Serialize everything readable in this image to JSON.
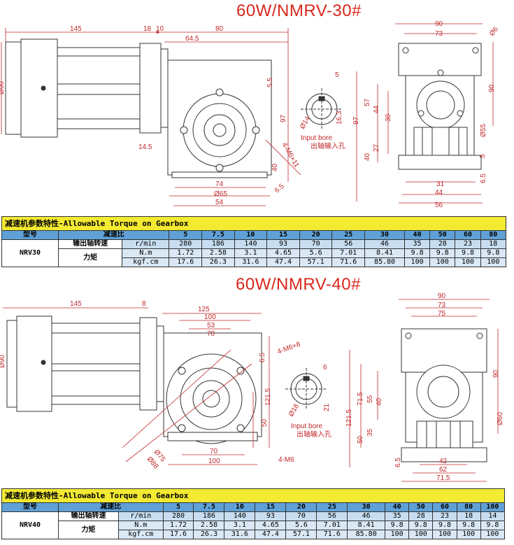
{
  "title_30": "60W/NMRV-30#",
  "title_40": "60W/NMRV-40#",
  "side_30": {
    "dims": [
      "145",
      "18",
      "10",
      "80",
      "64.5",
      "5.5",
      "97",
      "14.5",
      "74",
      "40",
      "6.5",
      "Ø65",
      "54",
      "Ø90",
      "4-M6×11"
    ]
  },
  "bore_30": {
    "dims": [
      "5",
      "16.3",
      "Ø14"
    ],
    "label_en": "Input bore",
    "label_cn": "出轴输入孔"
  },
  "front_30": {
    "dims": [
      "90",
      "73",
      "Ø6",
      "57",
      "44",
      "30",
      "97",
      "40",
      "27",
      "90",
      "Ø55",
      "5",
      "31",
      "44",
      "56",
      "6.5"
    ]
  },
  "side_40": {
    "dims": [
      "145",
      "8",
      "125",
      "100",
      "53",
      "70",
      "6.5",
      "121.5",
      "50",
      "100",
      "70",
      "Ø75",
      "Ø88",
      "Ø90",
      "4-M6×8",
      "4-M6"
    ]
  },
  "bore_40": {
    "dims": [
      "6",
      "21",
      "Ø18"
    ],
    "label_en": "Input bore",
    "label_cn": "出轴输入孔"
  },
  "front_40": {
    "dims": [
      "90",
      "73",
      "75",
      "71.5",
      "55",
      "40",
      "90",
      "121.5",
      "35",
      "50",
      "Ø60",
      "6.5",
      "42",
      "62",
      "71.5"
    ]
  },
  "table_30": {
    "header": "减速机参数特性-Allowable Torque on Gearbox",
    "col_model": "型号",
    "col_ratio": "减速比",
    "row_speed": "输出轴转速",
    "row_torque": "力矩",
    "unit_rpm": "r/min",
    "unit_nm": "N.m",
    "unit_kgf": "kgf.cm",
    "model": "NRV30",
    "ratios": [
      "5",
      "7.5",
      "10",
      "15",
      "20",
      "25",
      "30",
      "40",
      "50",
      "60",
      "80"
    ],
    "rpm": [
      "280",
      "186",
      "140",
      "93",
      "70",
      "56",
      "46",
      "35",
      "28",
      "23",
      "18"
    ],
    "nm": [
      "1.72",
      "2.58",
      "3.1",
      "4.65",
      "5.6",
      "7.01",
      "8.41",
      "9.8",
      "9.8",
      "9.8",
      "9.8"
    ],
    "kgf": [
      "17.6",
      "26.3",
      "31.6",
      "47.4",
      "57.1",
      "71.6",
      "85.80",
      "100",
      "100",
      "100",
      "100"
    ]
  },
  "table_40": {
    "header": "减速机参数特性-Allowable Torque on Gearbox",
    "col_model": "型号",
    "col_ratio": "减速比",
    "row_speed": "输出轴转速",
    "row_torque": "力矩",
    "unit_rpm": "r/min",
    "unit_nm": "N.m",
    "unit_kgf": "kgf.cm",
    "model": "NRV40",
    "ratios": [
      "5",
      "7.5",
      "10",
      "15",
      "20",
      "25",
      "30",
      "40",
      "50",
      "60",
      "80",
      "100"
    ],
    "rpm": [
      "280",
      "186",
      "140",
      "93",
      "70",
      "56",
      "46",
      "35",
      "28",
      "23",
      "18",
      "14"
    ],
    "nm": [
      "1.72",
      "2.58",
      "3.1",
      "4.65",
      "5.6",
      "7.01",
      "8.41",
      "9.8",
      "9.8",
      "9.8",
      "9.8",
      "9.8"
    ],
    "kgf": [
      "17.6",
      "26.3",
      "31.6",
      "47.4",
      "57.1",
      "71.6",
      "85.80",
      "100",
      "100",
      "100",
      "100",
      "100"
    ]
  },
  "colors": {
    "title": "#d8281c",
    "dim": "#c0282a",
    "header_bg": "#f3ea32",
    "ratio_bg": "#5fa1d6",
    "row_bg": "#c8def0"
  }
}
